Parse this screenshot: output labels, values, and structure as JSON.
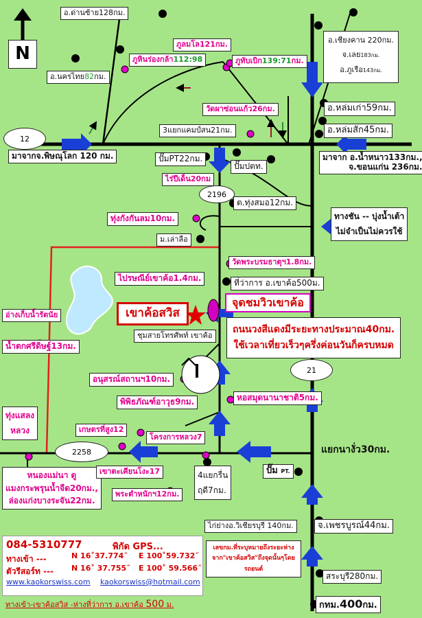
{
  "north": "N",
  "roads": {
    "r12": "12",
    "r2196": "2196",
    "r21": "21",
    "r2258": "2258"
  },
  "places": {
    "dan_sai": "อ.ด่านซ้าย128กม.",
    "nakhon_thai": "อ.นครไทย",
    "nakhon_thai_km": "82",
    "nakhon_thai_unit": "กม.",
    "phu_hin": "ภูหินร่องกล้า",
    "phu_hin_km": "112:98",
    "phu_lom_lo": "ภูลมโล121กม.",
    "phu_thap_boek": "ภูทับเบิก",
    "phu_thap_boek_km": "139:71",
    "phu_thap_boek_unit": "กม.",
    "chiang_khan": "อ.เชียงคาน 220กม.",
    "loei": "จ.เลย",
    "loei_km": "183กม.",
    "phu_ruea": "อ.ภูเรือ",
    "phu_ruea_km": "143กม.",
    "wat_pha_sorn_kaew": "วัดผาซ่อนแก้ว26กม.",
    "lom_kao": "อ.หล่มเก่า59กม.",
    "lom_sak": "อ.หล่มสัก45กม.",
    "camp_son": "3แยกแคมป์สน21กม.",
    "from_phitsanulok": "มาจากจ.พิษณุโลก 120 กม.",
    "pump_pt22": "ปั๊มPT22กม.",
    "pump_ptt": "ปั๊มปตท.",
    "from_khon_kaen_1": "มาจาก อ.น้ำหนาว133กม.,",
    "from_khon_kaen_2": "จ.ขอนแก่น  236กม.",
    "rai_pee_den": "ไร่ปีเด็น20กม",
    "tung_samo": "ต.ทุ่งสมอ12กม.",
    "tung_kang": "ทุ่งกังกันลม10กม.",
    "mo_lao_lue": "ม.เล่าลือ",
    "steep_way_1": "ทางชัน -- บุ่งน้ำเต้า",
    "steep_way_2": "ไม่จำเป็นไม่ควรใช้",
    "wat_phra_borom": "วัดพระบรมธาตุฯ1.8กม.",
    "post_office": "ไปรษณีย์เขาค้อ1.4กม.",
    "district_office": "ที่ว่าการ อ.เขาค้อ500ม.",
    "khao_kho_switz": "เขาค้อสวิส",
    "viewpoint": "จุดชมวิวเขาค้อ",
    "reservoir": "อ่างเก็บน้ำรัตนัย",
    "phone_exchange": "ชุมสายโทรศัพท์ เขาค้อ",
    "red_road_1": "ถนนวงสีแดงมีระยะทางประมาณ40กม.",
    "red_road_2": "ใช้เวลาเที่ยวเร็วๆครึ่งค่อนวันก็ครบหมด",
    "waterfall": "น้ำตกศรีดิษฐ์13กม.",
    "monument": "อนุสรณ์สถานฯ10กม.",
    "museum": "พิพิธภัณฑ์อาวุธ9กม.",
    "observatory": "หอสมุดนานาชาติ5กม.",
    "tung_saeng_luang_1": "ทุ่งแสลง",
    "tung_saeng_luang_2": "หลวง",
    "high_farm": "เกษตรที่สูง12",
    "royal_project": "โครงการหลวง7",
    "nong_mae_na_1": "หนองแม่นา ดู",
    "nong_mae_na_2": "แมงกระพรุนน้ำจืด20กม.,",
    "nong_mae_na_3": "ล่องแก่งบางระจัน22กม.",
    "khao_takhian": "เขาตะเคียนโงะ17",
    "four_way_1": "4แยกรื่น",
    "four_way_2": "ฤดี7กม.",
    "palace": "พระตำหนักฯ12กม.",
    "pump_pt": "ปั๊ม",
    "pump_pt_small": "PT.",
    "nang_ngua": "แยกนางั่ว30กม.",
    "chai_chai": "ไก่ย่างอ.วิเชียรบุรี 140กม.",
    "phetchabun": "จ.เพชรบูรณ์44กม.",
    "note_1": "เลขกม.ที่ระบุหมายถึงระยะห่าง",
    "note_2": "จาก\"เขาค้อสวิส\"ถึงจุดนั้นๆโดย",
    "note_3": "รถยนต์",
    "saraburi": "สระบุรี280กม.",
    "bangkok_prefix": "กทม.",
    "bangkok_num": "400",
    "bangkok_suffix": "กม."
  },
  "footer": {
    "phone": "084-5310777",
    "gps_title": "พิกัด GPS...",
    "entry_label": "ทางเข้า ---",
    "entry_n": "N  16˚37.774˝",
    "entry_e": "E 100˚59.732˝",
    "logo_label": "ตัวรีสอร์ท ---",
    "logo_n": "N 16˚ 37.755˝",
    "logo_e": "E 100˚ 59.566˝",
    "website": "www.kaokorswiss.com",
    "email": "kaokorswiss@hotmail.com",
    "entry_note_1": "ทางเข้า-เขาค้อสวิส -ห่างที่ว่าการ อ.เขาค้อ ",
    "entry_note_2": "500",
    "entry_note_3": " ม."
  },
  "colors": {
    "background": "#a6e587",
    "road": "#000000",
    "route": "#e02020",
    "arrow": "#1a3fd6",
    "poi": "#e000c8"
  }
}
